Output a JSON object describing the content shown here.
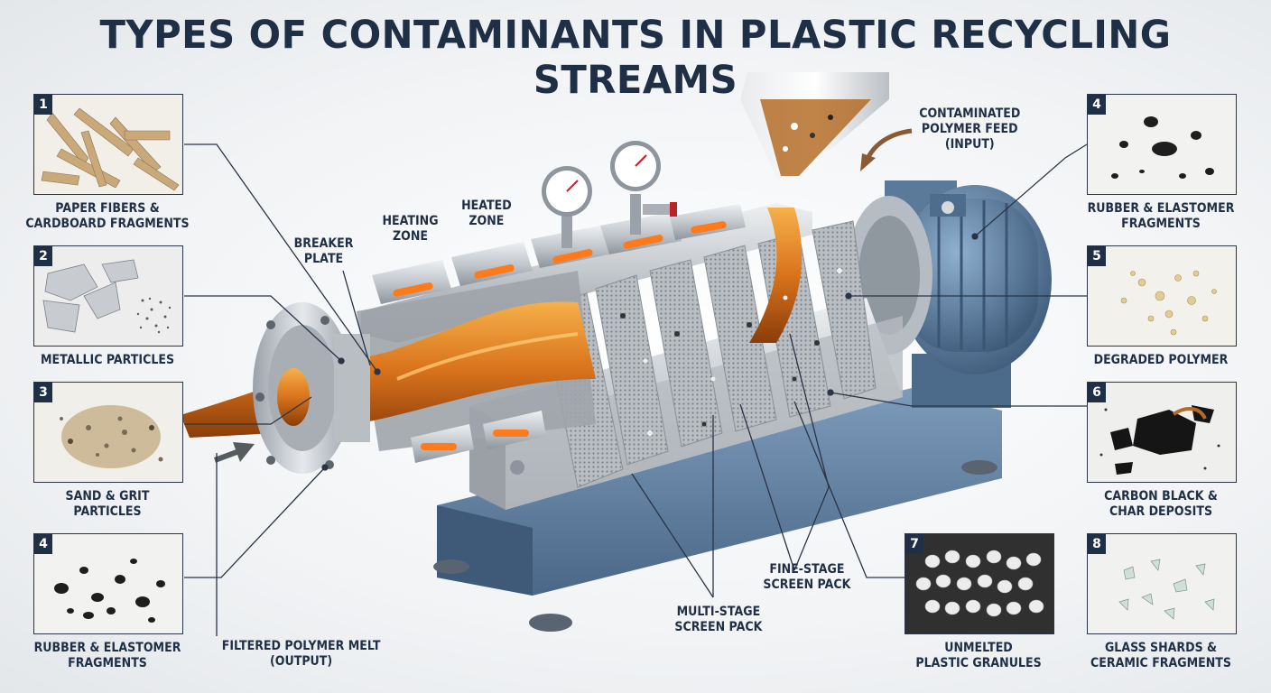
{
  "title": "TYPES OF CONTAMINANTS IN PLASTIC RECYCLING STREAMS",
  "cards": {
    "paper": {
      "number": "1",
      "line1": "PAPER FIBERS &",
      "line2": "CARDBOARD FRAGMENTS",
      "icon": "paper-fibers-photo"
    },
    "metal": {
      "number": "2",
      "line1": "METALLIC PARTICLES",
      "line2": "",
      "icon": "metallic-particles-photo"
    },
    "sand": {
      "number": "3",
      "line1": "SAND & GRIT",
      "line2": "PARTICLES",
      "icon": "sand-grit-photo"
    },
    "rubber_left": {
      "number": "4",
      "line1": "RUBBER & ELASTOMER",
      "line2": "FRAGMENTS",
      "icon": "rubber-fragments-photo"
    },
    "rubber_right": {
      "number": "4",
      "line1": "RUBBER & ELASTOMER",
      "line2": "FRAGMENTS",
      "icon": "rubber-fragments-photo"
    },
    "degraded": {
      "number": "5",
      "line1": "DEGRADED POLYMER",
      "line2": "",
      "icon": "degraded-polymer-photo"
    },
    "carbon": {
      "number": "6",
      "line1": "CARBON BLACK &",
      "line2": "CHAR DEPOSITS",
      "icon": "carbon-char-photo"
    },
    "granules": {
      "number": "7",
      "line1": "UNMELTED",
      "line2": "PLASTIC GRANULES",
      "icon": "plastic-granules-photo"
    },
    "glass": {
      "number": "8",
      "line1": "GLASS SHARDS &",
      "line2": "CERAMIC FRAGMENTS",
      "icon": "glass-shards-photo"
    }
  },
  "labels": {
    "breaker": {
      "line1": "BREAKER",
      "line2": "PLATE"
    },
    "heating": {
      "line1": "HEATING",
      "line2": "ZONE"
    },
    "heated": {
      "line1": "HEATED",
      "line2": "ZONE"
    },
    "feed": {
      "line1": "CONTAMINATED",
      "line2": "POLYMER FEED",
      "line3": "(INPUT)"
    },
    "output": {
      "line1": "FILTERED POLYMER MELT",
      "line2": "(OUTPUT)"
    },
    "multi": {
      "line1": "MULTI-STAGE",
      "line2": "SCREEN PACK"
    },
    "fine": {
      "line1": "FINE-STAGE",
      "line2": "SCREEN PACK"
    }
  },
  "colors": {
    "navy": "#1f2f45",
    "steel_blue": "#5f7f9f",
    "melt_orange": "#e07a1c",
    "heater_glow": "#ff7a1a",
    "stainless": "#c9ced3"
  }
}
